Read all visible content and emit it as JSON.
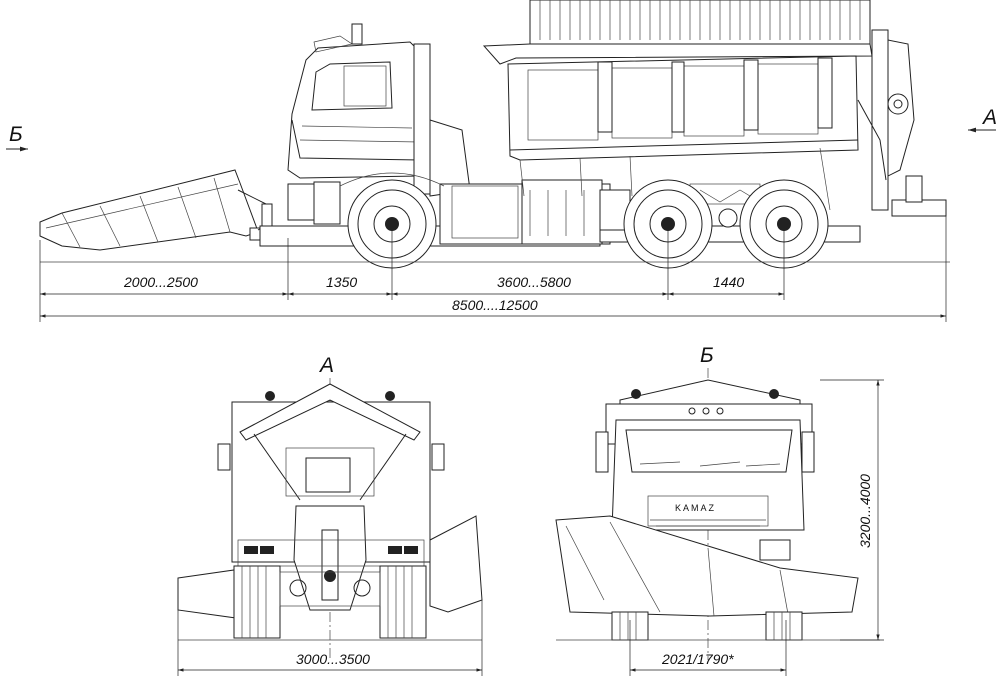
{
  "drawing": {
    "view_labels": {
      "side_left": "Б",
      "side_right": "A",
      "rear": "A",
      "front": "Б"
    },
    "dimensions": {
      "plow_overhang": "2000...2500",
      "front_to_axle": "1350",
      "wheelbase": "3600...5800",
      "rear_axle_spacing": "1440",
      "overall_length": "8500....12500",
      "rear_width": "3000...3500",
      "front_track": "2021/1790*",
      "height": "3200...4000"
    },
    "grille_badge": "KAMAZ"
  }
}
